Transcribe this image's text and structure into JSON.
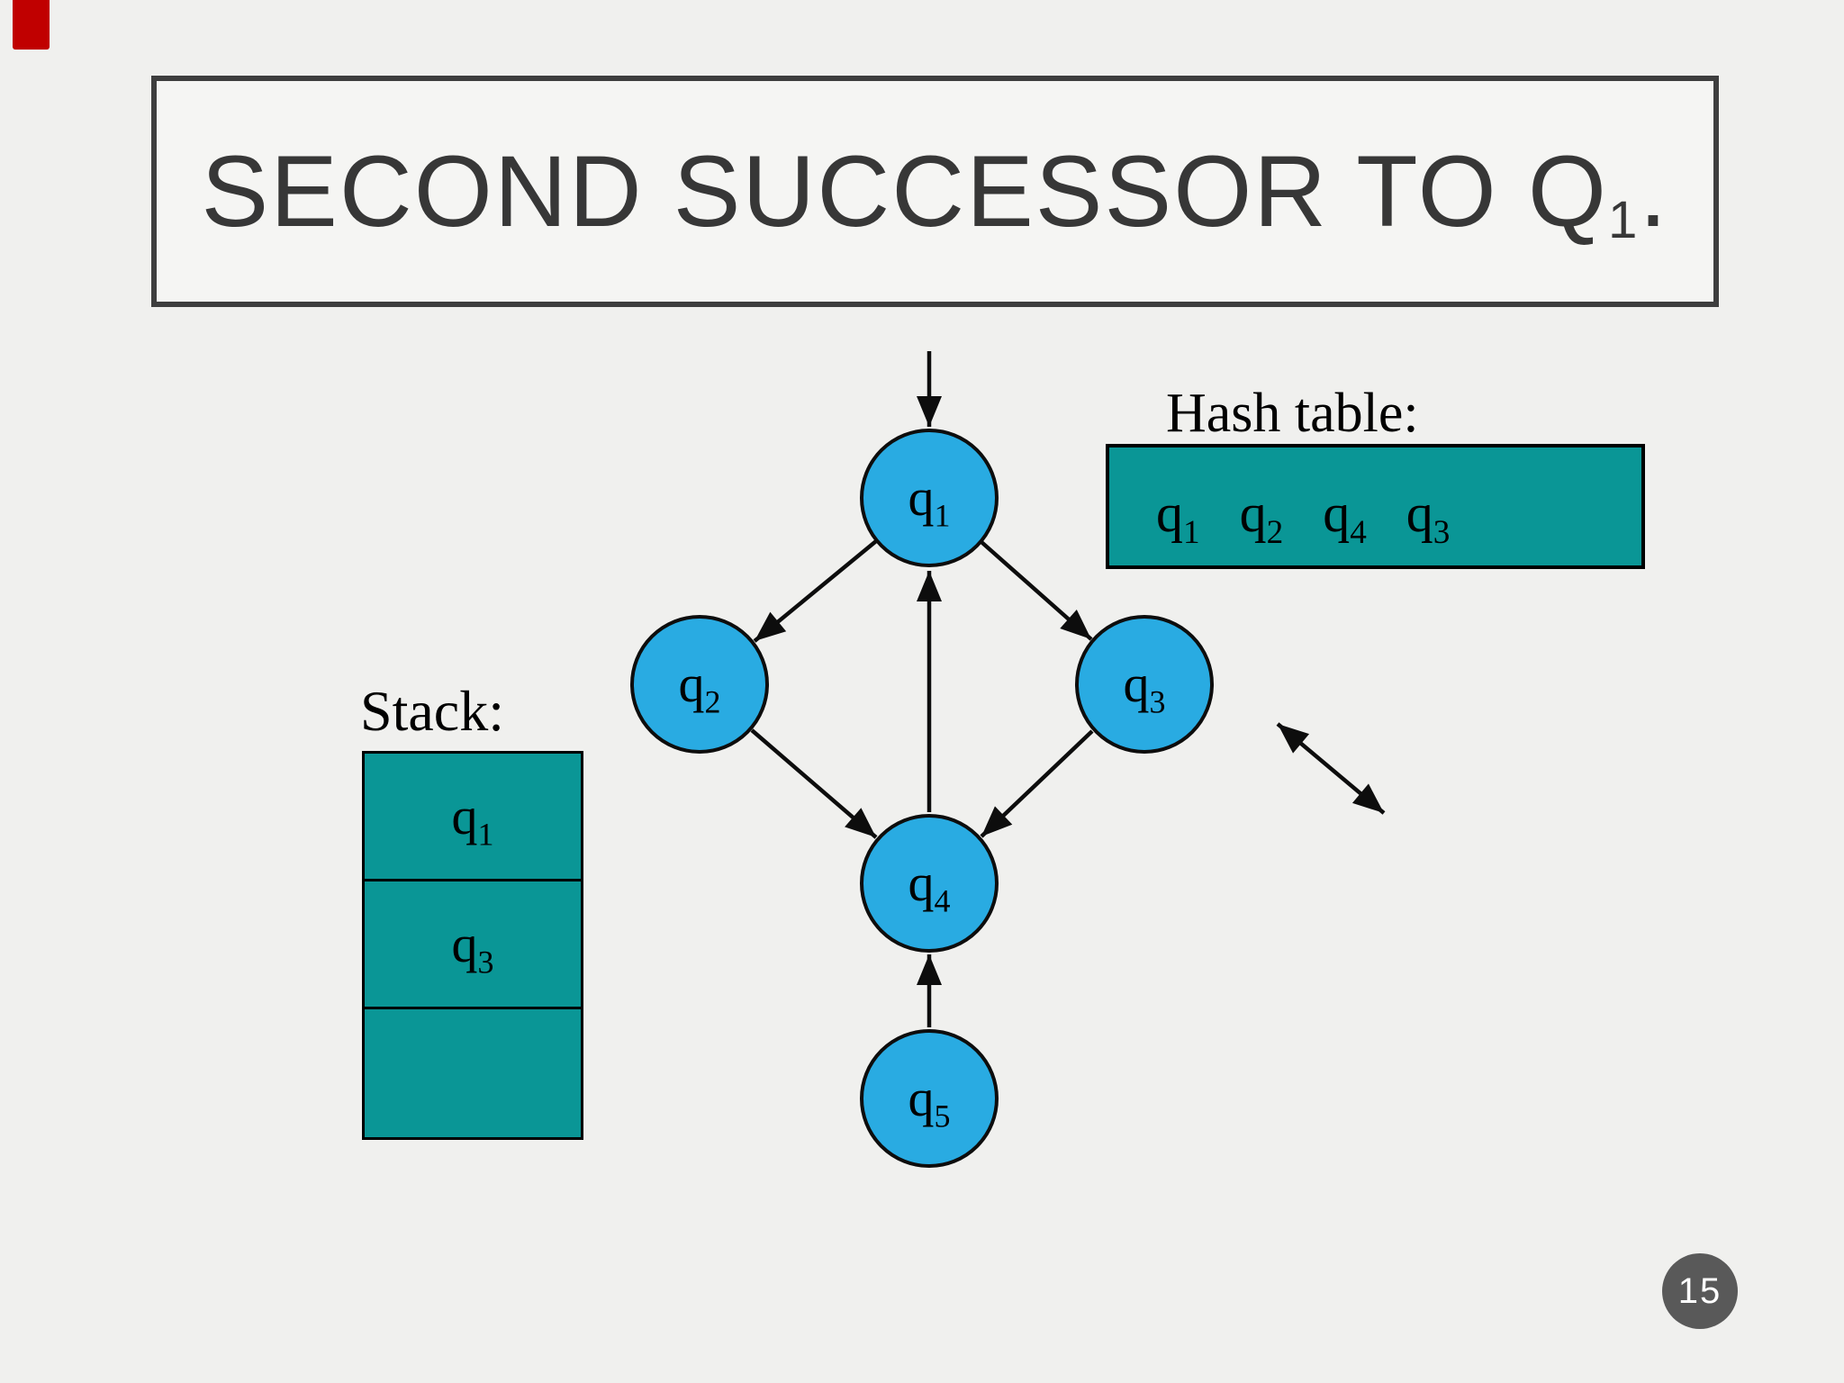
{
  "slide": {
    "page_number": "15",
    "background_color": "#f0f0ee",
    "accent_bar_color": "#c00000",
    "frame_color": "#3e3e3e",
    "teal_fill": "#0a9696",
    "node_fill": "#29abe2",
    "badge_color": "#595959"
  },
  "title": {
    "main": "SECOND SUCCESSOR TO Q",
    "subscript": "1",
    "suffix": "."
  },
  "hash_table": {
    "label": "Hash table:",
    "entries": [
      {
        "base": "q",
        "sub": "1"
      },
      {
        "base": "q",
        "sub": "2"
      },
      {
        "base": "q",
        "sub": "4"
      },
      {
        "base": "q",
        "sub": "3"
      }
    ]
  },
  "stack": {
    "label": "Stack:",
    "cells": [
      {
        "base": "q",
        "sub": "1"
      },
      {
        "base": "q",
        "sub": "3"
      },
      {
        "base": "",
        "sub": ""
      }
    ]
  },
  "graph": {
    "nodes": [
      {
        "base": "q",
        "sub": "1"
      },
      {
        "base": "q",
        "sub": "2"
      },
      {
        "base": "q",
        "sub": "3"
      },
      {
        "base": "q",
        "sub": "4"
      },
      {
        "base": "q",
        "sub": "5"
      }
    ]
  }
}
